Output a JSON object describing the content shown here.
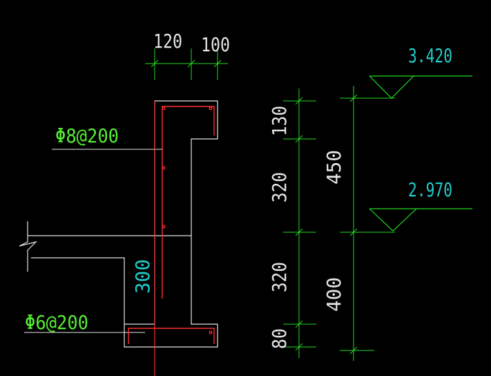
{
  "colors": {
    "background": "#000000",
    "outline": "#e6e6e6",
    "dimension": "#22dd22",
    "rebar": "#ff3030",
    "elevation_text": "#22cccc",
    "label_text": "#55ee33",
    "center_line": "#ff3030"
  },
  "dimensions_top": {
    "left_width": "120",
    "right_width": "100"
  },
  "annotations": {
    "upper_rebar": "Φ8@200",
    "lower_rebar": "Φ6@200",
    "height_300": "300"
  },
  "dimensions_right_inner": {
    "top": "130",
    "upper_mid": "320",
    "lower_mid": "320",
    "bottom": "80"
  },
  "dimensions_right_outer": {
    "upper": "450",
    "lower": "400"
  },
  "elevations": {
    "upper": "3.420",
    "lower": "2.970"
  }
}
